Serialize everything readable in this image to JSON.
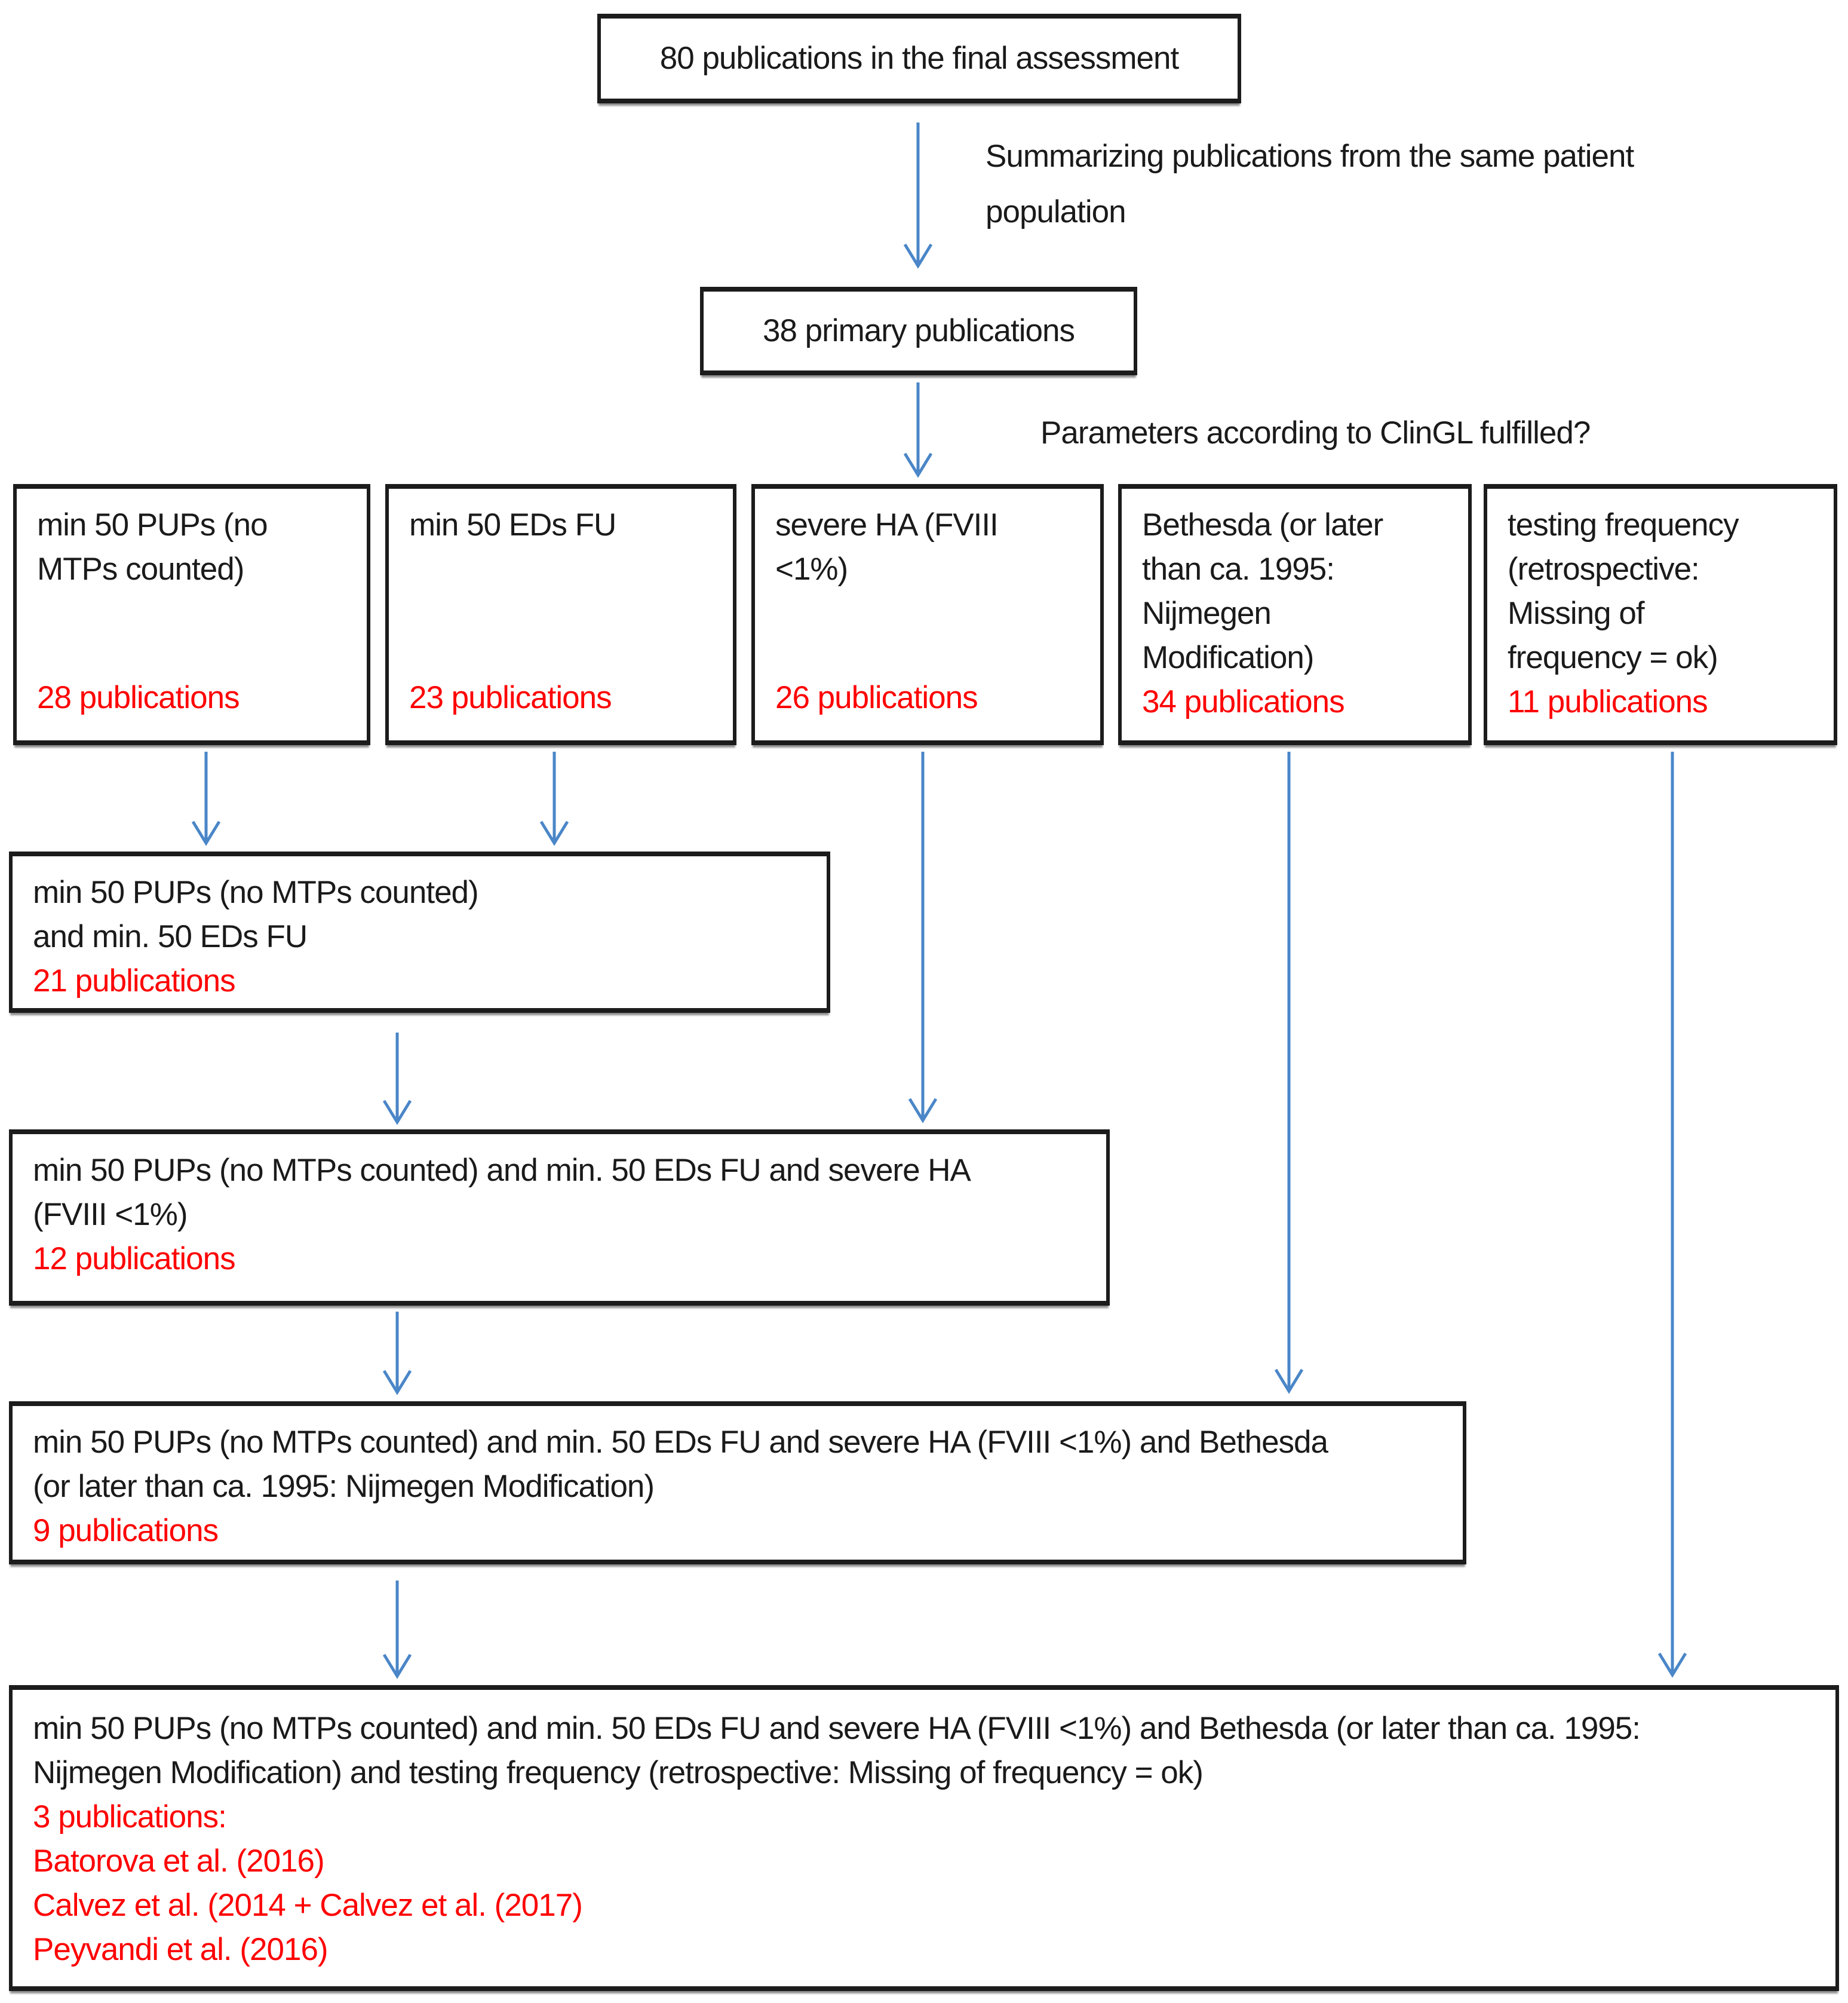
{
  "diagram": {
    "colors": {
      "arrow": "#4a86c8",
      "count_text": "#fe0000",
      "border": "#1c1c1c"
    },
    "top_box": {
      "text": "80 publications in the final assessment"
    },
    "arrow1_note": "Summarizing publications from the same patient\npopulation",
    "primary_box": {
      "text": "38 primary publications"
    },
    "arrow2_note": "Parameters according to ClinGL fulfilled?",
    "criteria_boxes": [
      {
        "criteria": "min 50 PUPs (no\nMTPs counted)",
        "count": "28 publications"
      },
      {
        "criteria": "min 50 EDs FU",
        "count": "23 publications"
      },
      {
        "criteria": "severe HA (FVIII\n<1%)",
        "count": "26 publications"
      },
      {
        "criteria": "Bethesda (or later\nthan ca. 1995:\nNijmegen\nModification)",
        "count": "34 publications"
      },
      {
        "criteria": "testing frequency\n(retrospective:\nMissing of\nfrequency = ok)",
        "count": "11 publications"
      }
    ],
    "combined_boxes": [
      {
        "criteria": "min 50 PUPs (no MTPs counted)\nand min. 50 EDs FU",
        "count": "21 publications"
      },
      {
        "criteria": "min 50 PUPs (no MTPs counted) and min. 50 EDs FU and severe HA\n(FVIII <1%)",
        "count": "12 publications"
      },
      {
        "criteria": "min 50 PUPs (no MTPs counted) and min. 50 EDs FU and severe HA (FVIII <1%) and Bethesda\n(or later than ca. 1995: Nijmegen Modification)",
        "count": "9 publications"
      },
      {
        "criteria": "min 50 PUPs (no MTPs counted) and min. 50 EDs FU and severe HA (FVIII <1%) and Bethesda (or later than ca. 1995:\nNijmegen Modification) and testing frequency (retrospective: Missing of frequency = ok)",
        "count": "3 publications:",
        "publications": "Batorova et al. (2016)\nCalvez et al. (2014 + Calvez et al. (2017)\nPeyvandi et al. (2016)"
      }
    ]
  }
}
